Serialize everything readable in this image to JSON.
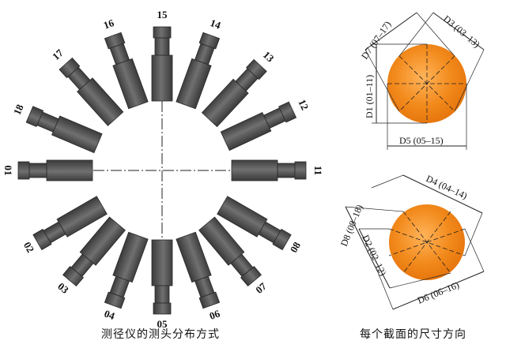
{
  "left_figure": {
    "caption": "测径仪的测头分布方式",
    "probes": [
      {
        "label": "01",
        "angle": 180
      },
      {
        "label": "02",
        "angle": 150
      },
      {
        "label": "03",
        "angle": 130
      },
      {
        "label": "04",
        "angle": 110
      },
      {
        "label": "05",
        "angle": 90
      },
      {
        "label": "06",
        "angle": 70
      },
      {
        "label": "07",
        "angle": 50
      },
      {
        "label": "08",
        "angle": 30
      },
      {
        "label": "11",
        "angle": 0
      },
      {
        "label": "12",
        "angle": -25
      },
      {
        "label": "13",
        "angle": -47
      },
      {
        "label": "14",
        "angle": -70
      },
      {
        "label": "15",
        "angle": -90
      },
      {
        "label": "16",
        "angle": -110
      },
      {
        "label": "17",
        "angle": -132
      },
      {
        "label": "18",
        "angle": -157
      }
    ]
  },
  "right_figure": {
    "caption": "每个截面的尺寸方向",
    "top_section": {
      "labels": [
        "D7 (07–17)",
        "D3 (03–13)",
        "D1 (01–11)",
        "D5 (05–15)"
      ]
    },
    "bottom_section": {
      "labels": [
        "D4 (04–14)",
        "D8 (08–18)",
        "D2 (02–12)",
        "D6 (06–16)"
      ]
    }
  },
  "colors": {
    "probe_body": "#5c5c5c",
    "probe_tip": "#6e6e6e",
    "ball": "#f08a1e",
    "line": "#222222"
  }
}
